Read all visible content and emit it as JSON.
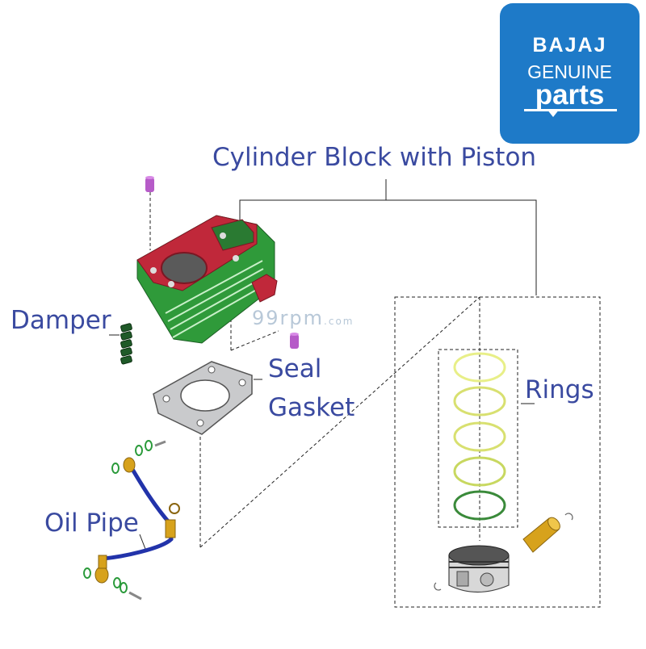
{
  "brand": {
    "line1": "BAJAJ",
    "line2": "GENUINE",
    "line3": "parts",
    "color": "#1e7ac8"
  },
  "labels": {
    "cylinder_block": "Cylinder Block with Piston",
    "damper": "Damper",
    "seal": "Seal",
    "gasket": "Gasket",
    "rings": "Rings",
    "oil_pipe": "Oil Pipe"
  },
  "watermark": {
    "main": "99rpm",
    "suffix": ".com"
  },
  "colors": {
    "label": "#3a4aa0",
    "cylinder": "#2f9a3a",
    "cylinder_head": "#c0283a",
    "ring": "#e8ef88",
    "ring_last": "#3a8a3a",
    "pipe": "#2233aa",
    "brass": "#d7a21c",
    "seal": "#b65bc8"
  }
}
